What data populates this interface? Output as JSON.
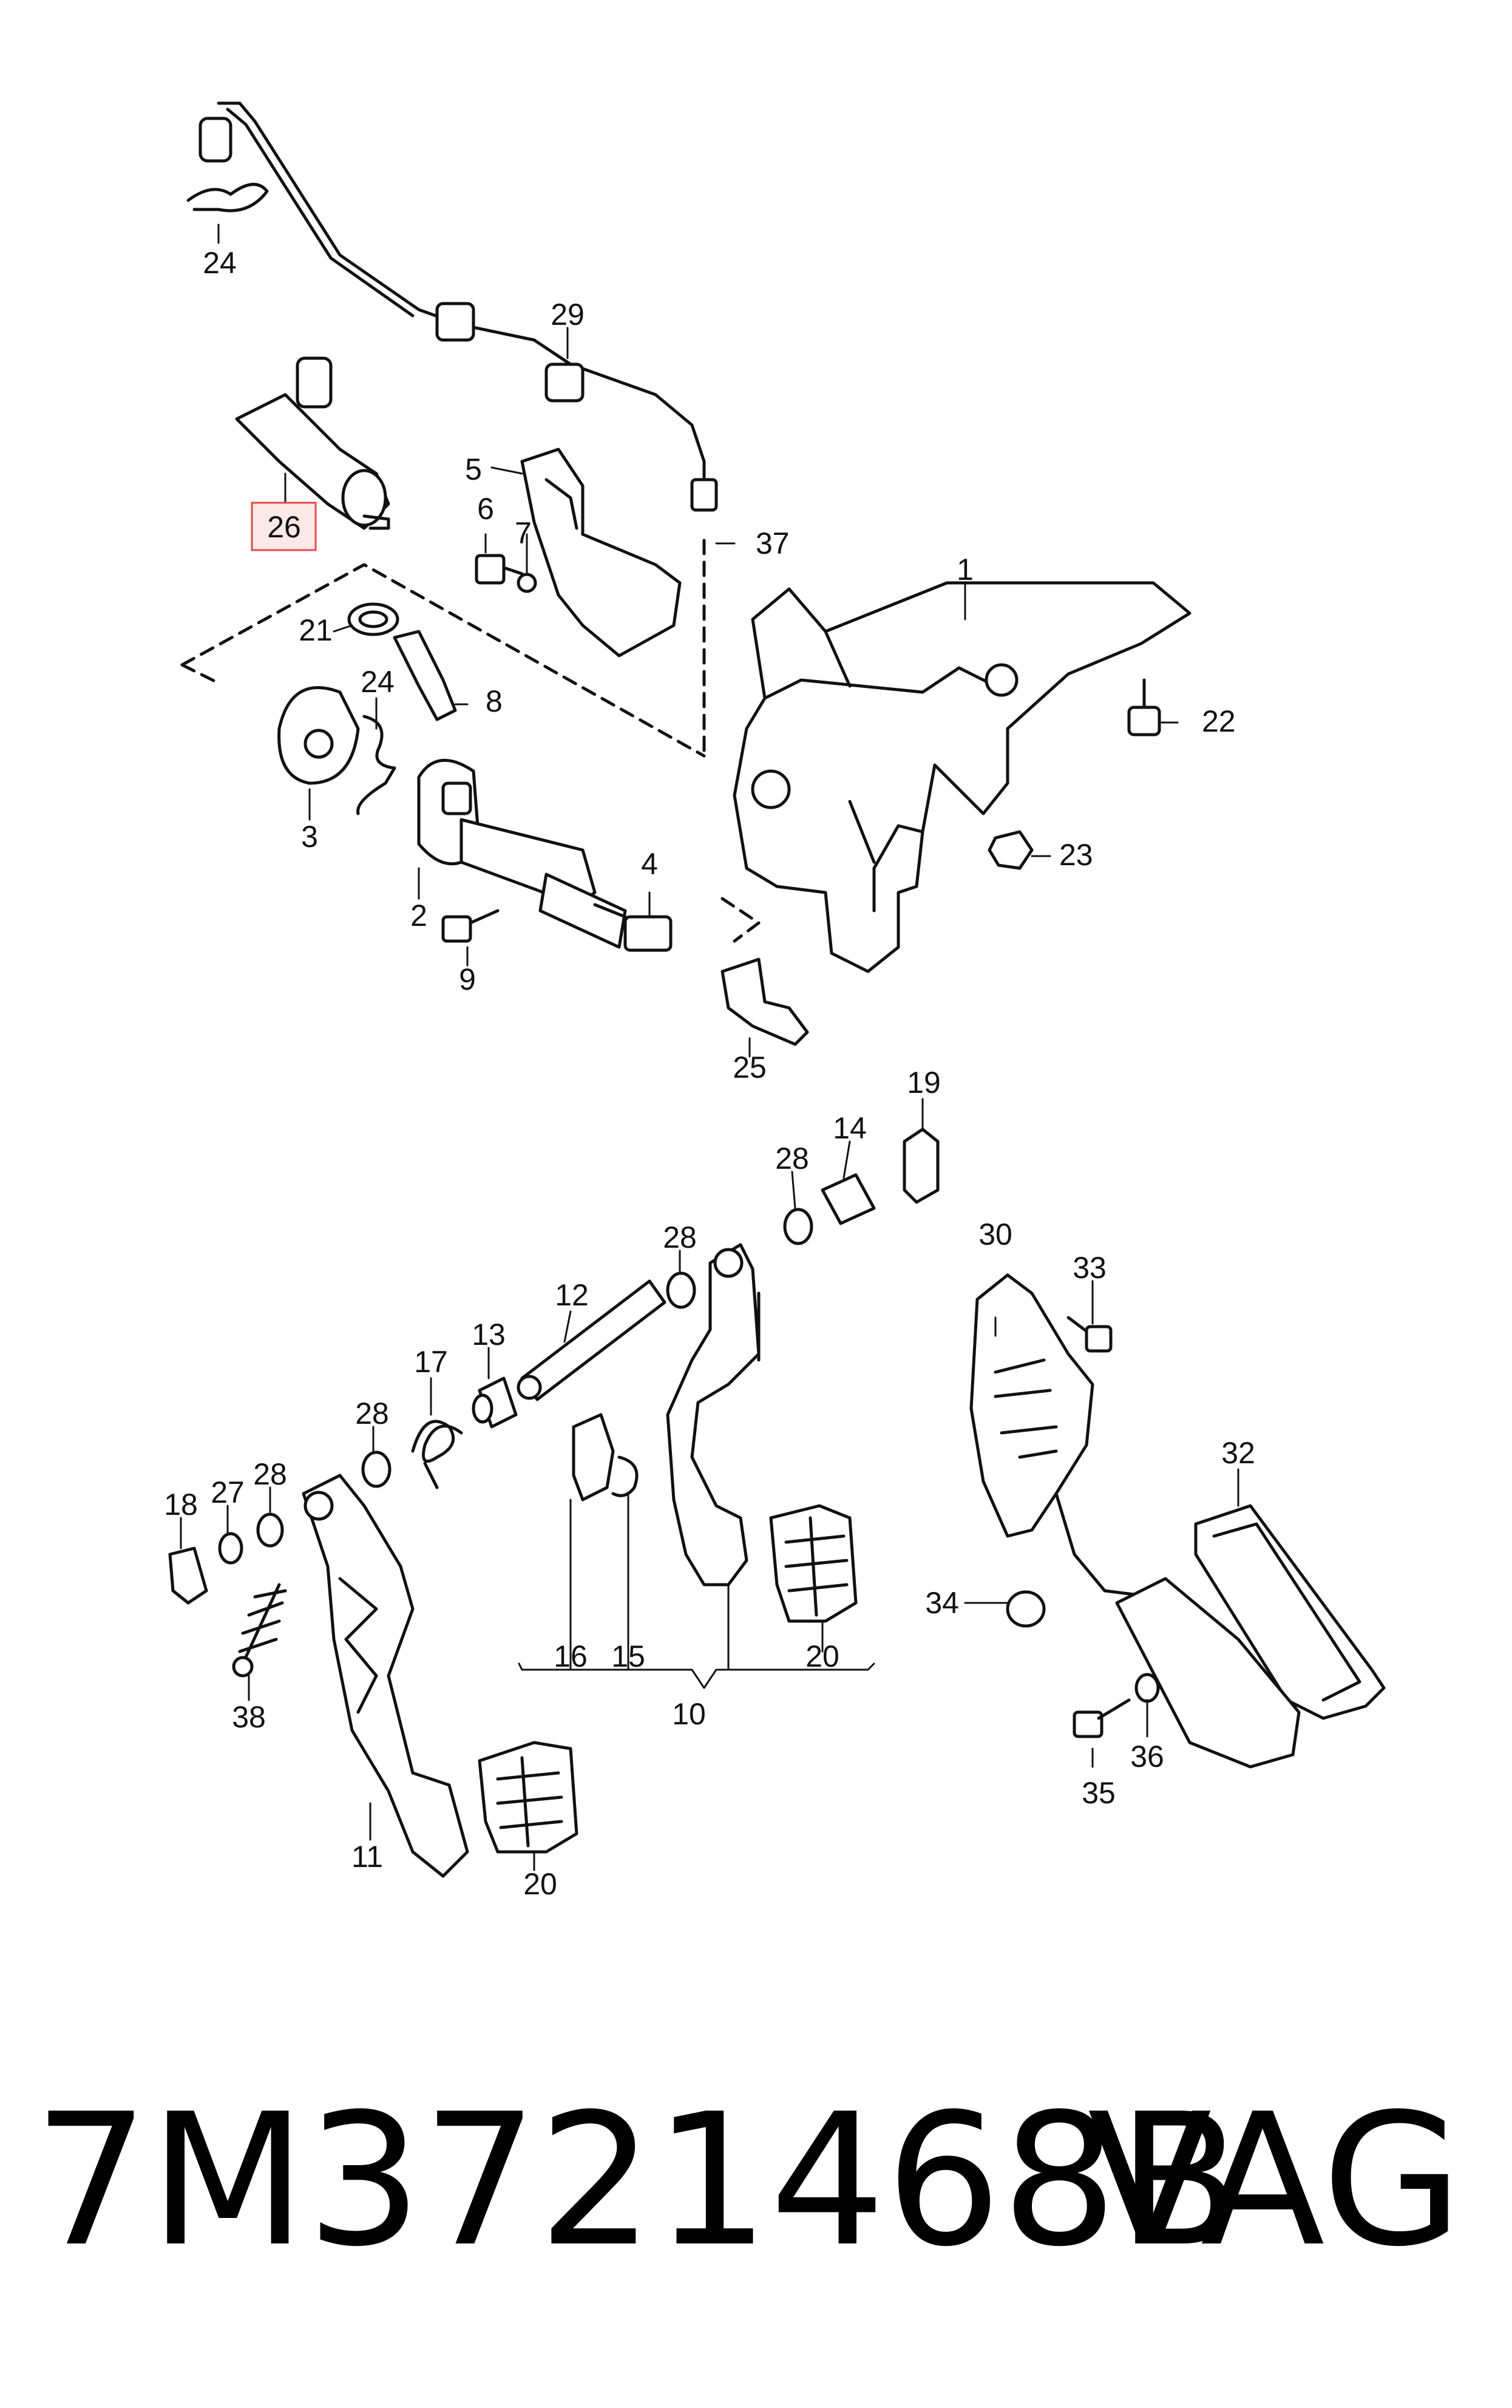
{
  "callouts": {
    "c1": "1",
    "c2": "2",
    "c3": "3",
    "c4": "4",
    "c5": "5",
    "c6": "6",
    "c7": "7",
    "c8": "8",
    "c9": "9",
    "c10": "10",
    "c11": "11",
    "c12": "12",
    "c13": "13",
    "c14": "14",
    "c15": "15",
    "c16": "16",
    "c17": "17",
    "c18": "18",
    "c19": "19",
    "c20a": "20",
    "c20b": "20",
    "c21": "21",
    "c22": "22",
    "c23": "23",
    "c24a": "24",
    "c24b": "24",
    "c25": "25",
    "c26": "26",
    "c27": "27",
    "c28a": "28",
    "c28b": "28",
    "c28c": "28",
    "c28d": "28",
    "c29": "29",
    "c30": "30",
    "c32": "32",
    "c33": "33",
    "c34": "34",
    "c35": "35",
    "c36": "36",
    "c37": "37",
    "c38": "38"
  },
  "highlight": {
    "label": "26",
    "color": "#e34b4b",
    "fill": "#fde8e8"
  },
  "part_number": "7M3721468B",
  "brand": "VAG"
}
